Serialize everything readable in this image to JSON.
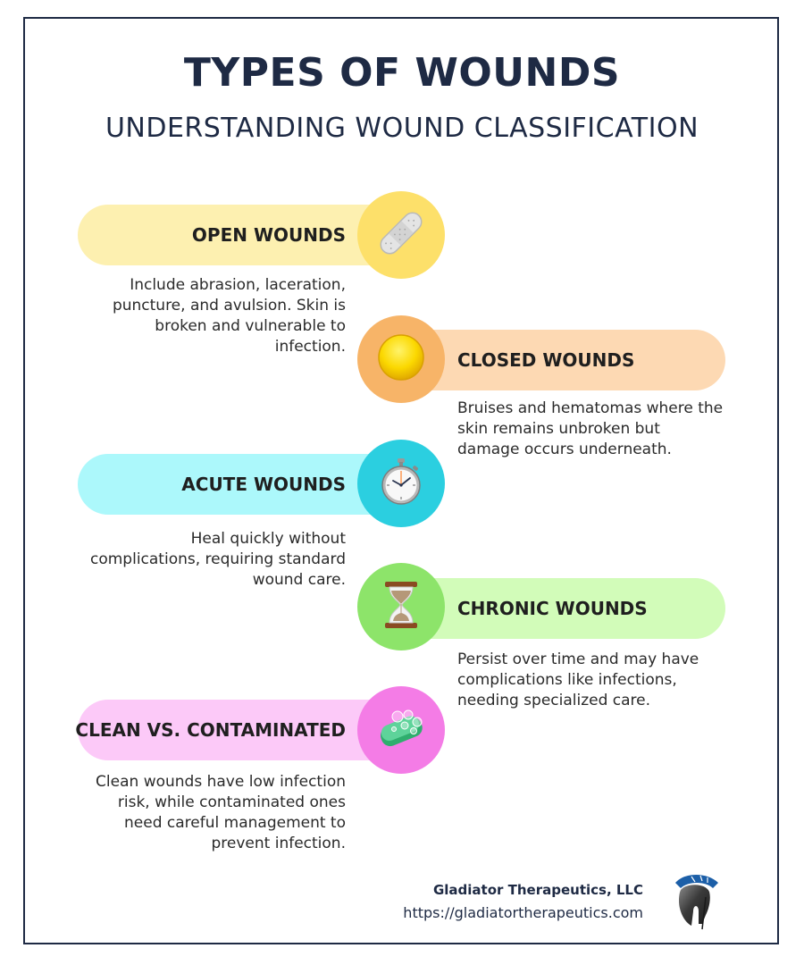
{
  "header": {
    "title": "TYPES OF WOUNDS",
    "subtitle": "UNDERSTANDING WOUND CLASSIFICATION"
  },
  "items": [
    {
      "label": "OPEN WOUNDS",
      "description": "Include abrasion, laceration, puncture, and avulsion. Skin is broken and vulnerable to infection.",
      "icon": "adhesive-bandage-icon",
      "pill_color": "#fdf0b0",
      "badge_color": "#fde06a"
    },
    {
      "label": "CLOSED WOUNDS",
      "description": "Bruises and hematomas where the skin remains unbroken but damage occurs underneath.",
      "icon": "yellow-circle-icon",
      "pill_color": "#fdd9b3",
      "badge_color": "#f7b468"
    },
    {
      "label": "ACUTE WOUNDS",
      "description": "Heal quickly without complications, requiring standard wound care.",
      "icon": "stopwatch-icon",
      "pill_color": "#acf8fb",
      "badge_color": "#2bcfe0"
    },
    {
      "label": "CHRONIC WOUNDS",
      "description": "Persist over time and may have complications like infections, needing specialized care.",
      "icon": "hourglass-icon",
      "pill_color": "#d2fcb9",
      "badge_color": "#8de46a"
    },
    {
      "label": "CLEAN VS. CONTAMINATED",
      "description": "Clean wounds have low infection risk, while contaminated ones need careful management to prevent infection.",
      "icon": "soap-icon",
      "pill_color": "#fcc9f8",
      "badge_color": "#f47ce6"
    }
  ],
  "footer": {
    "company": "Gladiator Therapeutics, LLC",
    "url": "https://gladiatortherapeutics.com",
    "logo": "gladiator-helmet-logo"
  },
  "colors": {
    "navy": "#1e2a44",
    "logo_blue": "#1c5fa8"
  }
}
